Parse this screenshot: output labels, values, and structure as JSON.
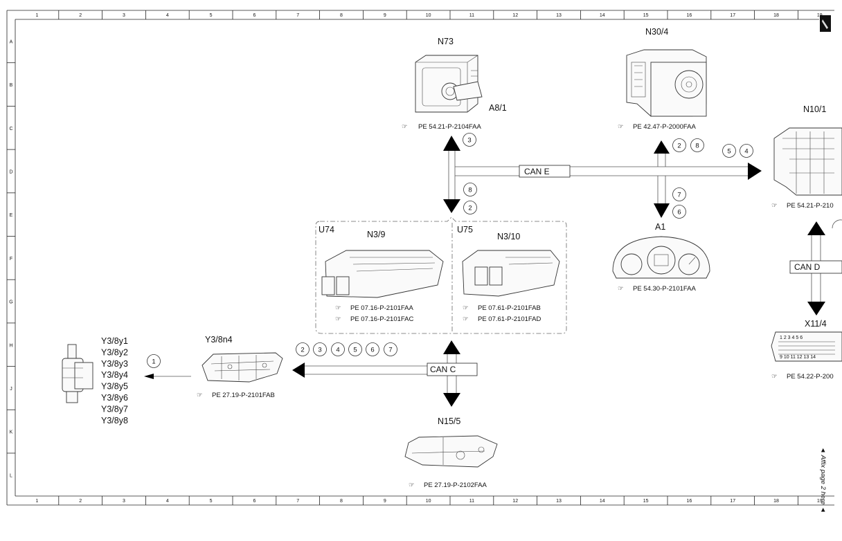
{
  "grid": {
    "columns": [
      "1",
      "2",
      "3",
      "4",
      "5",
      "6",
      "7",
      "8",
      "9",
      "10",
      "11",
      "12",
      "13",
      "14",
      "15",
      "16",
      "17",
      "18",
      "19"
    ],
    "rows": [
      "A",
      "B",
      "C",
      "D",
      "E",
      "F",
      "G",
      "H",
      "J",
      "K",
      "L"
    ]
  },
  "components": {
    "n73": {
      "label": "N73",
      "ref": "PE 54.21-P-2104FAA"
    },
    "a8_1": {
      "label": "A8/1"
    },
    "n30_4": {
      "label": "N30/4",
      "ref": "PE 42.47-P-2000FAA"
    },
    "n10_1": {
      "label": "N10/1",
      "ref": "PE 54.21-P-210"
    },
    "a1": {
      "label": "A1",
      "ref": "PE 54.30-P-2101FAA"
    },
    "x11_4": {
      "label": "X11/4",
      "ref": "PE 54.22-P-200"
    },
    "u74": {
      "label": "U74"
    },
    "u75": {
      "label": "U75"
    },
    "n3_9": {
      "label": "N3/9",
      "ref1": "PE 07.16-P-2101FAA",
      "ref2": "PE 07.16-P-2101FAC"
    },
    "n3_10": {
      "label": "N3/10",
      "ref1": "PE 07.61-P-2101FAB",
      "ref2": "PE 07.61-P-2101FAD"
    },
    "y3_8n4": {
      "label": "Y3/8n4",
      "ref": "PE 27.19-P-2101FAB"
    },
    "n15_5": {
      "label": "N15/5",
      "ref": "PE 27.19-P-2102FAA"
    },
    "y3_8y": {
      "labels": [
        "Y3/8y1",
        "Y3/8y2",
        "Y3/8y3",
        "Y3/8y4",
        "Y3/8y5",
        "Y3/8y6",
        "Y3/8y7",
        "Y3/8y8"
      ]
    }
  },
  "buses": {
    "can_e": "CAN E",
    "can_c": "CAN C",
    "can_d": "CAN D"
  },
  "circles": {
    "n73": [
      "3"
    ],
    "ecu_top": [
      "8",
      "2"
    ],
    "n30_4": [
      "2",
      "8"
    ],
    "n10_1": [
      "5",
      "4"
    ],
    "a1": [
      "7",
      "6"
    ],
    "can_c": [
      "2",
      "3",
      "4",
      "5",
      "6",
      "7"
    ],
    "y3_8y": [
      "1"
    ]
  },
  "margin_note": "◄ Affix page 2 here ◄"
}
